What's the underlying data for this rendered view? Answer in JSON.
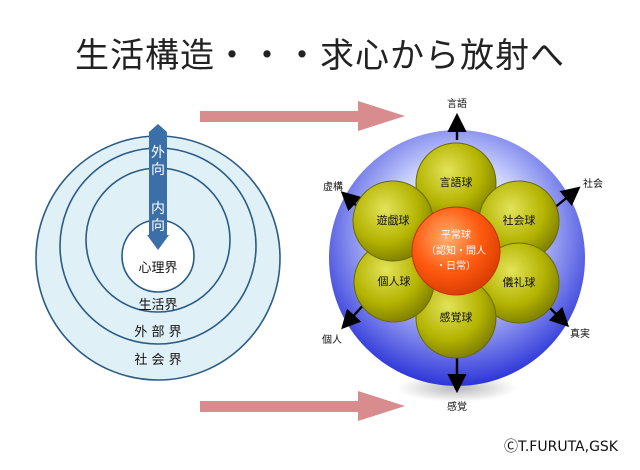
{
  "title": "生活構造・・・求心から放射へ",
  "copyright": "ⒸT.FURUTA,GSK",
  "left_diagram": {
    "rings": [
      "心理界",
      "生活界",
      "外 部 界",
      "社 会 界"
    ],
    "arrow_top": [
      "外",
      "向"
    ],
    "arrow_bottom": [
      "内",
      "向"
    ]
  },
  "right_diagram": {
    "center": [
      "平常球",
      "（認知・間人",
      "・日常）"
    ],
    "petals": [
      "言語球",
      "社会球",
      "儀礼球",
      "感覚球",
      "個人球",
      "遊戯球"
    ],
    "outer_labels": [
      "言語",
      "社会",
      "真実",
      "感覚",
      "個人",
      "虚構"
    ]
  },
  "colors": {
    "ring_fill": "#dff0f7",
    "ring_stroke": "#2b5c86",
    "arrow_blue": "#3a6fa8",
    "arrow_pink": "#d98c8e",
    "petal": "#a8a800",
    "center": "#ff5a10"
  }
}
